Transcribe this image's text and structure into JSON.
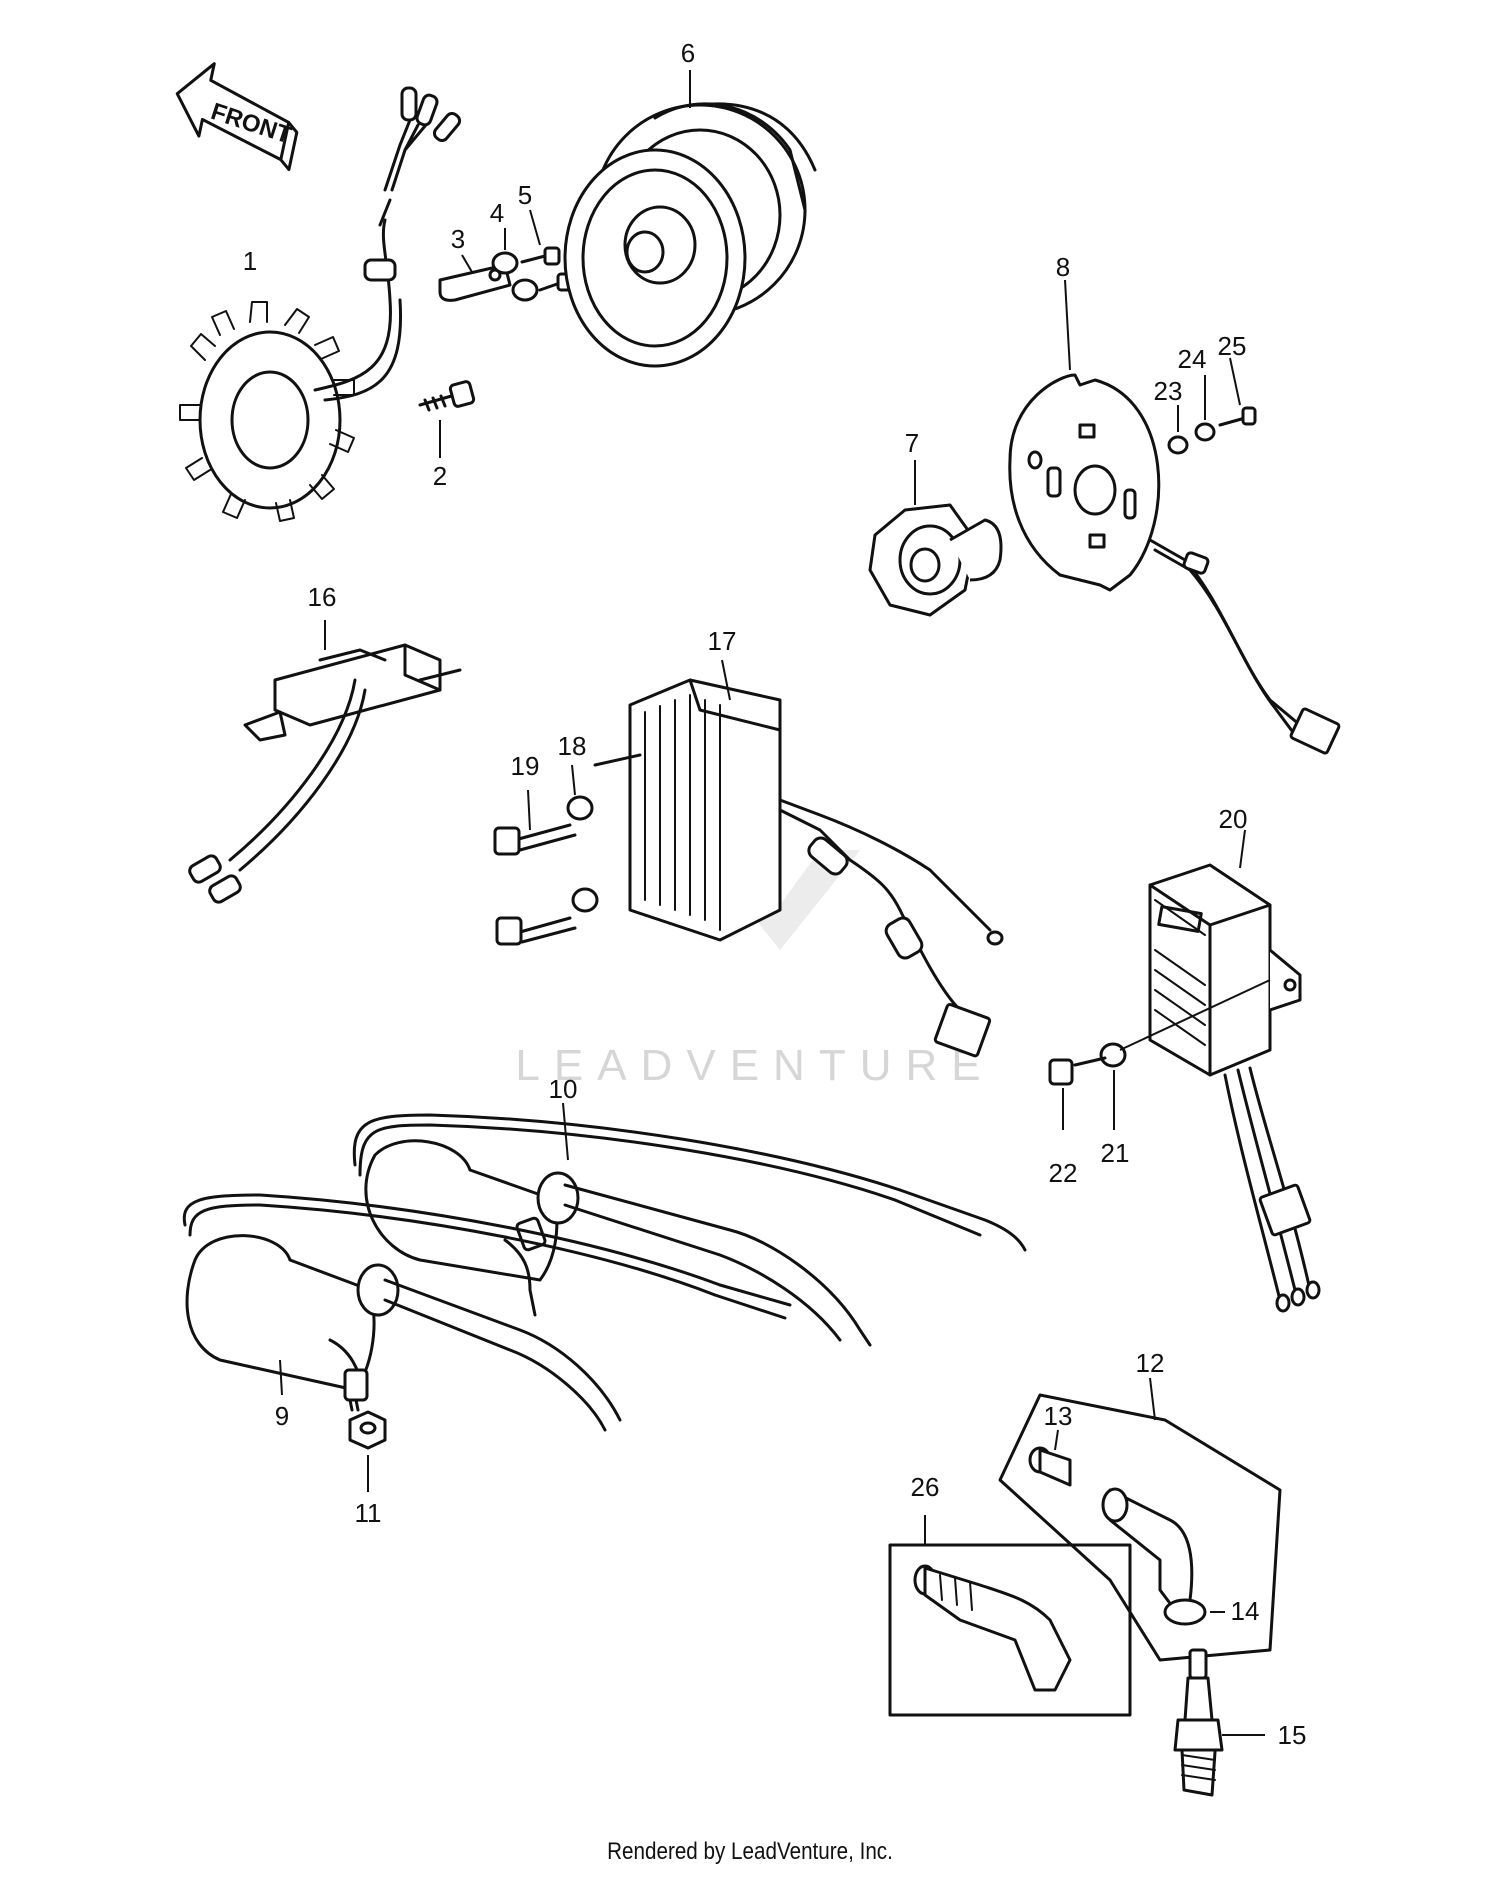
{
  "front_label": "FRONT",
  "watermark_text": "LEADVENTURE",
  "footer_text": "Rendered by LeadVenture, Inc.",
  "callouts": [
    "1",
    "2",
    "3",
    "4",
    "5",
    "6",
    "7",
    "8",
    "9",
    "10",
    "11",
    "12",
    "13",
    "14",
    "15",
    "16",
    "17",
    "18",
    "19",
    "20",
    "21",
    "22",
    "23",
    "24",
    "25",
    "26"
  ],
  "colors": {
    "ink": "#111111",
    "background": "#ffffff",
    "watermark": "#d6d6d6"
  }
}
